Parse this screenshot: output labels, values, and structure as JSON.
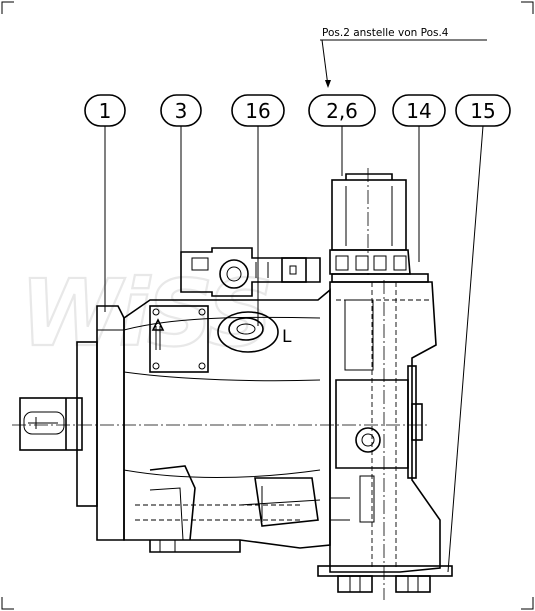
{
  "note": "Pos.2 anstelle von Pos.4",
  "callouts": [
    {
      "label": "1"
    },
    {
      "label": "3"
    },
    {
      "label": "16"
    },
    {
      "label": "2,6"
    },
    {
      "label": "14"
    },
    {
      "label": "15"
    }
  ],
  "port_label": "L",
  "watermark": "WiSS"
}
